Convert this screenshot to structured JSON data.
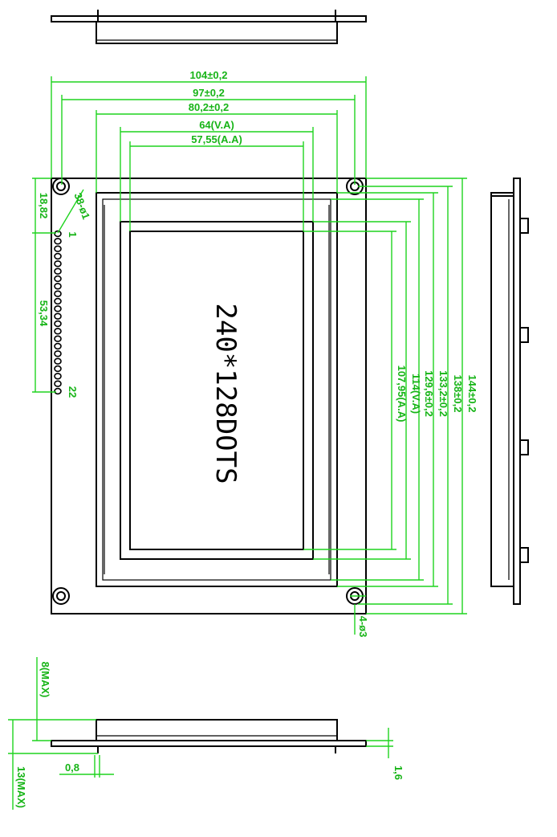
{
  "display_text": "240*128DOTS",
  "dimensions": {
    "width_overall": "104±0,2",
    "width_hole_pitch": "97±0,2",
    "width_bezel": "80,2±0,2",
    "width_va": "64(V.A)",
    "width_aa": "57,55(A.A)",
    "height_overall": "144±0,2",
    "height_hole_pitch": "138±0,2",
    "height_bezel": "133,2±0,2",
    "height_inner": "129,6±0,2",
    "height_va": "114(V.A)",
    "height_aa": "107,95(A.A)",
    "pin_offset": "18,82",
    "pin_span": "53,34",
    "pin_pitch": "38-ø1",
    "hole_spec": "4-ø3",
    "pin_first": "1",
    "pin_last": "22",
    "thickness_top": "8(MAX)",
    "thickness_total": "13(MAX)",
    "pcb_gap": "0,8",
    "pcb_thickness": "1,6"
  },
  "colors": {
    "dimension_line": "#1fd41f",
    "outline": "#000000"
  }
}
